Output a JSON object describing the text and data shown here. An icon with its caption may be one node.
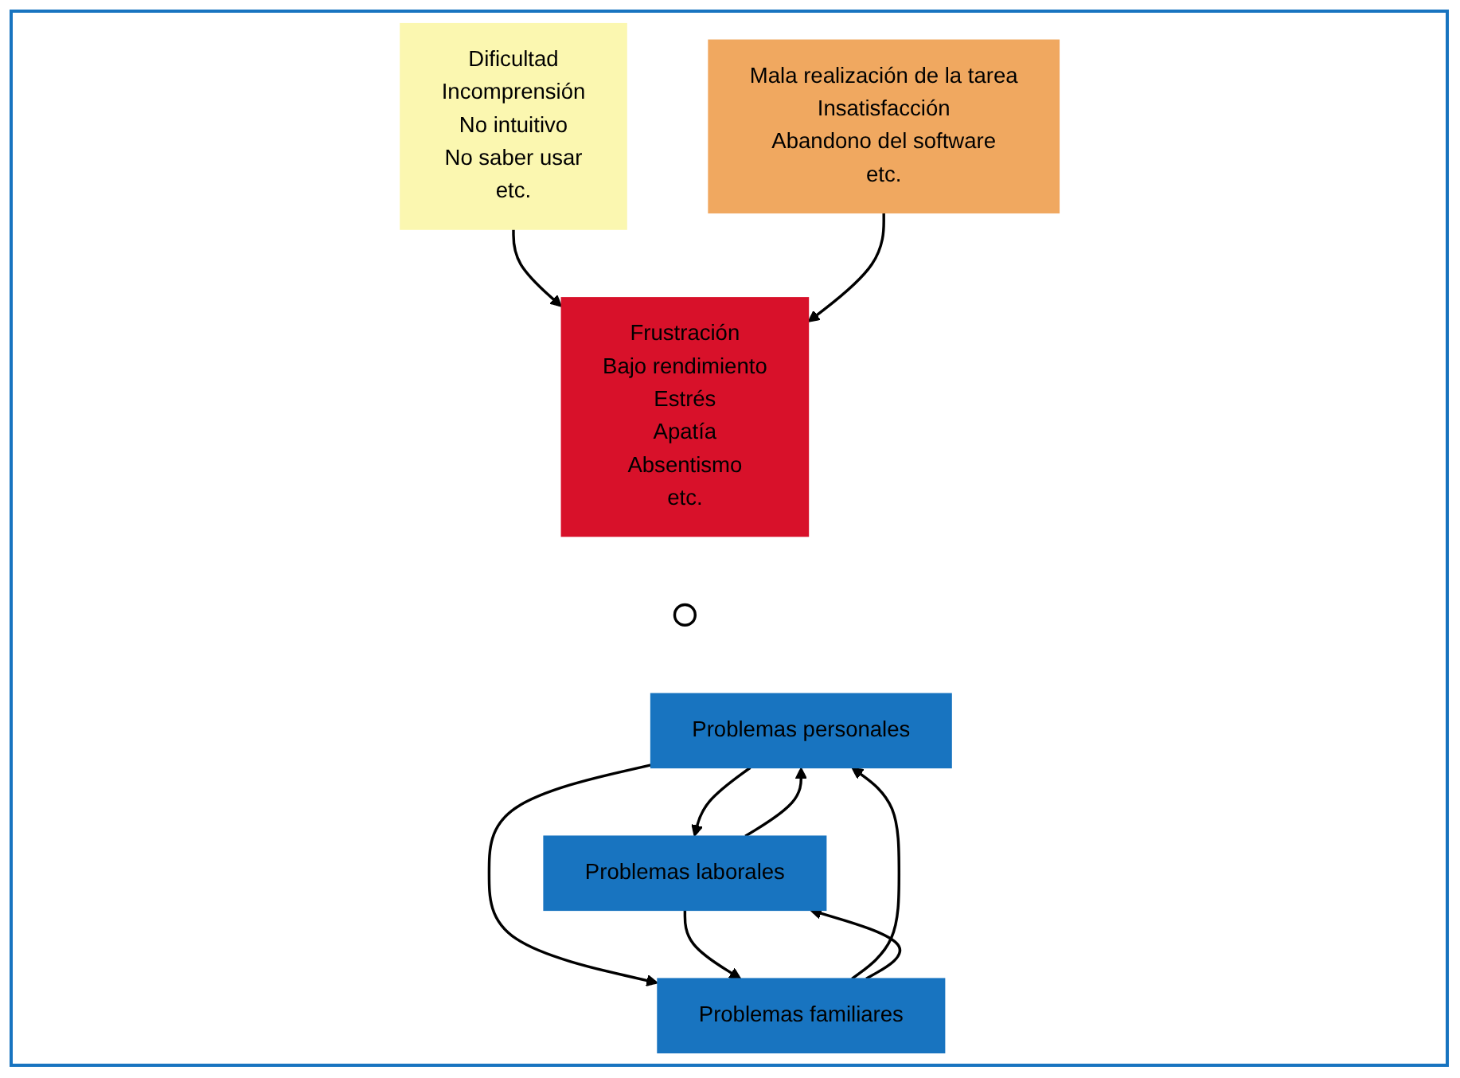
{
  "diagram": {
    "nodes": [
      {
        "text": [
          "Dificultad",
          "Incomprensión",
          "No intuitivo",
          "No saber usar",
          "etc."
        ]
      },
      {
        "text": [
          "Mala realización de la tarea",
          "Insatisfacción",
          "Abandono del software",
          "etc."
        ]
      },
      {
        "text": [
          "Frustración",
          "Bajo rendimiento",
          "Estrés",
          "Apatía",
          "Absentismo",
          "etc."
        ]
      },
      {
        "text": [],
        "shape": "circle"
      },
      {
        "text": [
          "Problemas personales"
        ]
      },
      {
        "text": [
          "Problemas laborales"
        ]
      },
      {
        "text": [
          "Problemas familiares"
        ]
      }
    ],
    "edges": [
      {
        "from": 0,
        "to": 2,
        "arrow": "to"
      },
      {
        "from": 1,
        "to": 2,
        "arrow": "to"
      },
      {
        "from": 4,
        "to": 5,
        "arrow": "to"
      },
      {
        "from": 5,
        "to": 4,
        "arrow": "to"
      },
      {
        "from": 4,
        "to": 6,
        "arrow": "to"
      },
      {
        "from": 6,
        "to": 4,
        "arrow": "to"
      },
      {
        "from": 5,
        "to": 6,
        "arrow": "to"
      },
      {
        "from": 6,
        "to": 5,
        "arrow": "to"
      }
    ]
  }
}
